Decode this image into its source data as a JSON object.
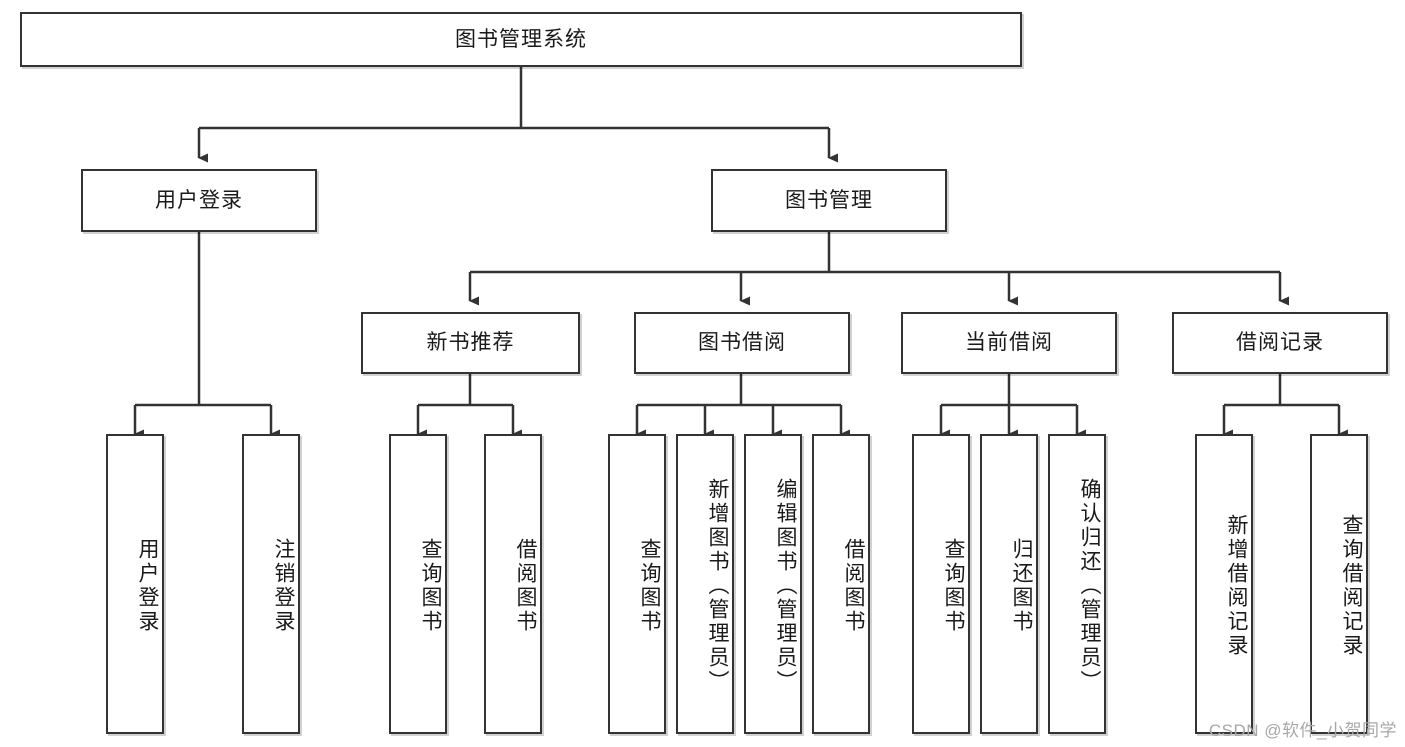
{
  "diagram": {
    "title": "图书管理系统",
    "type": "tree",
    "watermark": "CSDN @软件_小贺同学",
    "colors": {
      "box_border": "#333333",
      "box_fill": "#ffffff",
      "connector": "#333333",
      "text": "#1a1a1a",
      "watermark": "#a8a8a8"
    },
    "root": {
      "label": "图书管理系统"
    },
    "level2": [
      {
        "label": "用户登录"
      },
      {
        "label": "图书管理"
      }
    ],
    "level3": [
      {
        "label": "新书推荐"
      },
      {
        "label": "图书借阅"
      },
      {
        "label": "当前借阅"
      },
      {
        "label": "借阅记录"
      }
    ],
    "leaves": {
      "user_login": [
        {
          "label": "用户登录"
        },
        {
          "label": "注销登录"
        }
      ],
      "new_book_recommend": [
        {
          "label": "查询图书"
        },
        {
          "label": "借阅图书"
        }
      ],
      "book_borrow": [
        {
          "label": "查询图书"
        },
        {
          "label": "新增图书（管理员）"
        },
        {
          "label": "编辑图书（管理员）"
        },
        {
          "label": "借阅图书"
        }
      ],
      "current_borrow": [
        {
          "label": "查询图书"
        },
        {
          "label": "归还图书"
        },
        {
          "label": "确认归还（管理员）"
        }
      ],
      "borrow_record": [
        {
          "label": "新增借阅记录"
        },
        {
          "label": "查询借阅记录"
        }
      ]
    }
  }
}
